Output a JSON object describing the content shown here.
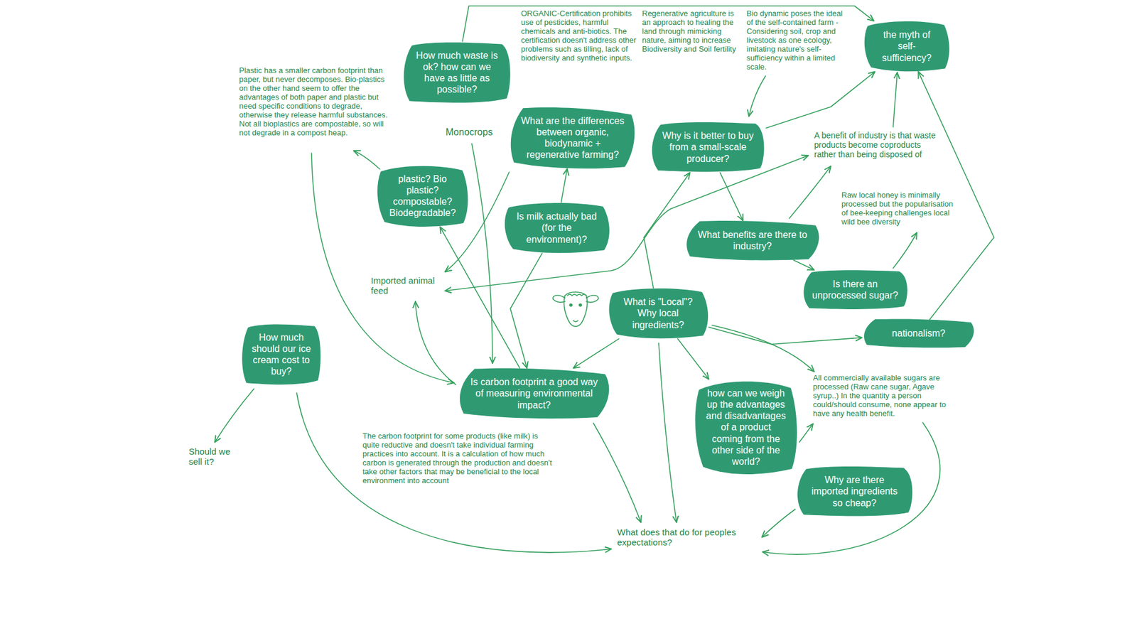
{
  "diagram": {
    "nodes": [
      {
        "text": [
          "How much waste is ok? how can we have as little as possible?"
        ]
      },
      {
        "text": [
          "plastic? Bio plastic? compostable? Biodegradable?"
        ]
      },
      {
        "text": [
          "What are the differences between organic, biodynamic + regenerative farming?"
        ]
      },
      {
        "text": [
          "Is milk actually bad (for the environment)?"
        ]
      },
      {
        "text": [
          "Why is it better to buy from a small-scale producer?"
        ]
      },
      {
        "text": [
          "What benefits are there to industry?"
        ]
      },
      {
        "text": [
          "the myth of self-sufficiency?"
        ]
      },
      {
        "text": [
          "Is there an unprocessed sugar?"
        ]
      },
      {
        "text": [
          "nationalism?"
        ]
      },
      {
        "text": [
          "What is \"Local\"? Why local ingredients?"
        ]
      },
      {
        "text": [
          "How much should our ice cream cost to buy?"
        ]
      },
      {
        "text": [
          "Is carbon footprint a good way of measuring environmental impact?"
        ]
      },
      {
        "text": [
          "how can we weigh up the advantages and disadvantages of a product coming from the other side of the world?"
        ]
      },
      {
        "text": [
          "Why are there imported ingredients so cheap?"
        ]
      }
    ],
    "edges": [
      {
        "from": 0,
        "to": 6,
        "arrow": "to"
      },
      {
        "from": 3,
        "to": 2,
        "arrow": "to"
      },
      {
        "from": 3,
        "to": 11,
        "arrow": "to"
      },
      {
        "from": 11,
        "to": 1,
        "arrow": "to"
      },
      {
        "from": 4,
        "to": 5,
        "arrow": "to"
      },
      {
        "from": 4,
        "to": 6,
        "arrow": "to"
      },
      {
        "from": 9,
        "to": 4,
        "arrow": "to"
      },
      {
        "from": 9,
        "to": 11,
        "arrow": "to"
      },
      {
        "from": 9,
        "to": 12,
        "arrow": "to"
      },
      {
        "from": 9,
        "to": 8,
        "arrow": "to"
      },
      {
        "from": 8,
        "to": 6,
        "arrow": "to"
      },
      {
        "from": 5,
        "to": 7,
        "arrow": "to"
      }
    ],
    "labels": [
      "Plastic has a smaller carbon footprint than paper, but never decomposes. Bio-plastics on the other hand seem to offer the advantages of both paper and plastic but need specific conditions to degrade, otherwise they release harmful substances. Not all bioplastics are compostable, so will not degrade in a compost heap.",
      "ORGANIC-Certification prohibits use of pesticides, harmful chemicals and anti-biotics. The certification doesn't address other problems such as tilling, lack of biodiversity and synthetic inputs.",
      "Regenerative agriculture is an approach to healing the land through mimicking nature, aiming to increase Biodiversity and Soil fertility",
      "Bio dynamic poses the ideal of the self-contained farm - Considering soil, crop and livestock as one ecology, imitating nature's self-sufficiency within a limited scale.",
      "Monocrops",
      "A benefit of industry is that waste products become coproducts rather than being disposed of",
      "Raw local honey is minimally processed but the popularisation of bee-keeping challenges local wild bee diversity",
      "Imported animal feed",
      "Should we sell it?",
      "The carbon footprint for some products (like milk) is quite reductive and doesn't take individual farming practices into account. It is a calculation of how much carbon is generated through the production and doesn't take other factors that may be beneficial to the local environment into account",
      "All commercially available sugars are processed (Raw cane sugar, Agave syrup..) In the quantity a person could/should consume, none appear to have any health benefit.",
      "What does that do for peoples expectations?"
    ]
  }
}
